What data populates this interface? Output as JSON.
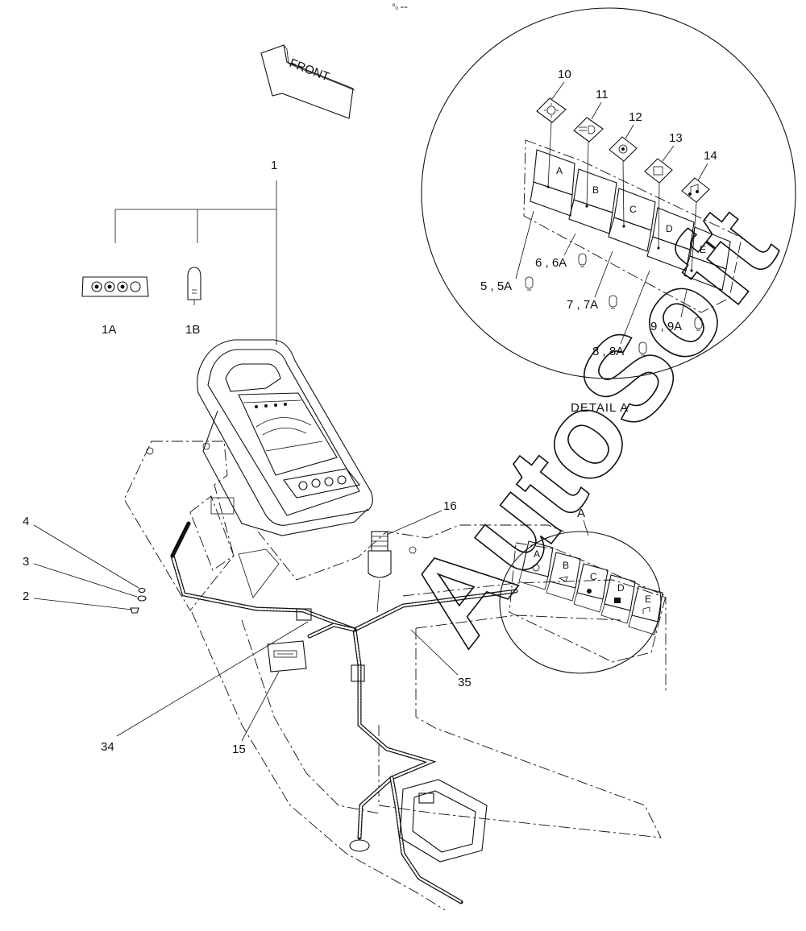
{
  "page_mark": "º₀ ₌₌",
  "front_arrow": {
    "label": "FRONT"
  },
  "watermark": {
    "text": "AutoSoft"
  },
  "callouts": {
    "c1": "1",
    "c1a": "1A",
    "c1b": "1B",
    "c2": "2",
    "c3": "3",
    "c4": "4",
    "c5": "5 , 5A",
    "c6": "6 , 6A",
    "c7": "7 , 7A",
    "c8": "8 , 8A",
    "c9": "9 , 9A",
    "c10": "10",
    "c11": "11",
    "c12": "12",
    "c13": "13",
    "c14": "14",
    "c15": "15",
    "c16": "16",
    "c34": "34",
    "c35": "35",
    "detail_ref": "A"
  },
  "detail": {
    "title": "DETAIL  A",
    "switch_letters": [
      "A",
      "B",
      "C",
      "D",
      "E"
    ]
  },
  "switch_panel": {
    "letters": [
      "A",
      "B",
      "C",
      "D",
      "E"
    ]
  },
  "icons": {
    "sym10": "work-light-icon",
    "sym11": "headlight-icon",
    "sym12": "beacon-icon",
    "sym13": "wiper-icon",
    "sym14": "horn-icon",
    "bulb": "bulb-icon"
  }
}
